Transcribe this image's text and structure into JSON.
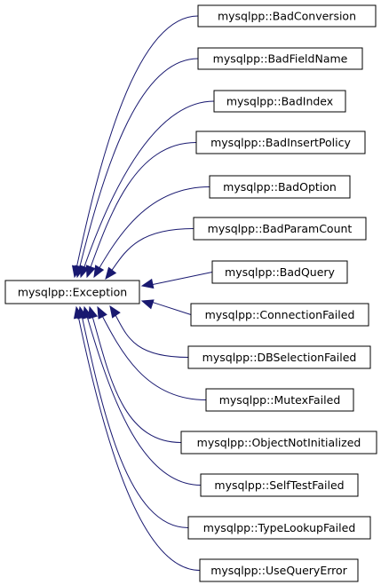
{
  "base_class": "mysqlpp::Exception",
  "derived_classes": [
    "mysqlpp::BadConversion",
    "mysqlpp::BadFieldName",
    "mysqlpp::BadIndex",
    "mysqlpp::BadInsertPolicy",
    "mysqlpp::BadOption",
    "mysqlpp::BadParamCount",
    "mysqlpp::BadQuery",
    "mysqlpp::ConnectionFailed",
    "mysqlpp::DBSelectionFailed",
    "mysqlpp::MutexFailed",
    "mysqlpp::ObjectNotInitialized",
    "mysqlpp::SelfTestFailed",
    "mysqlpp::TypeLookupFailed",
    "mysqlpp::UseQueryError"
  ],
  "colors": {
    "edge": "#191970",
    "box_border": "#000000",
    "background": "#ffffff"
  }
}
